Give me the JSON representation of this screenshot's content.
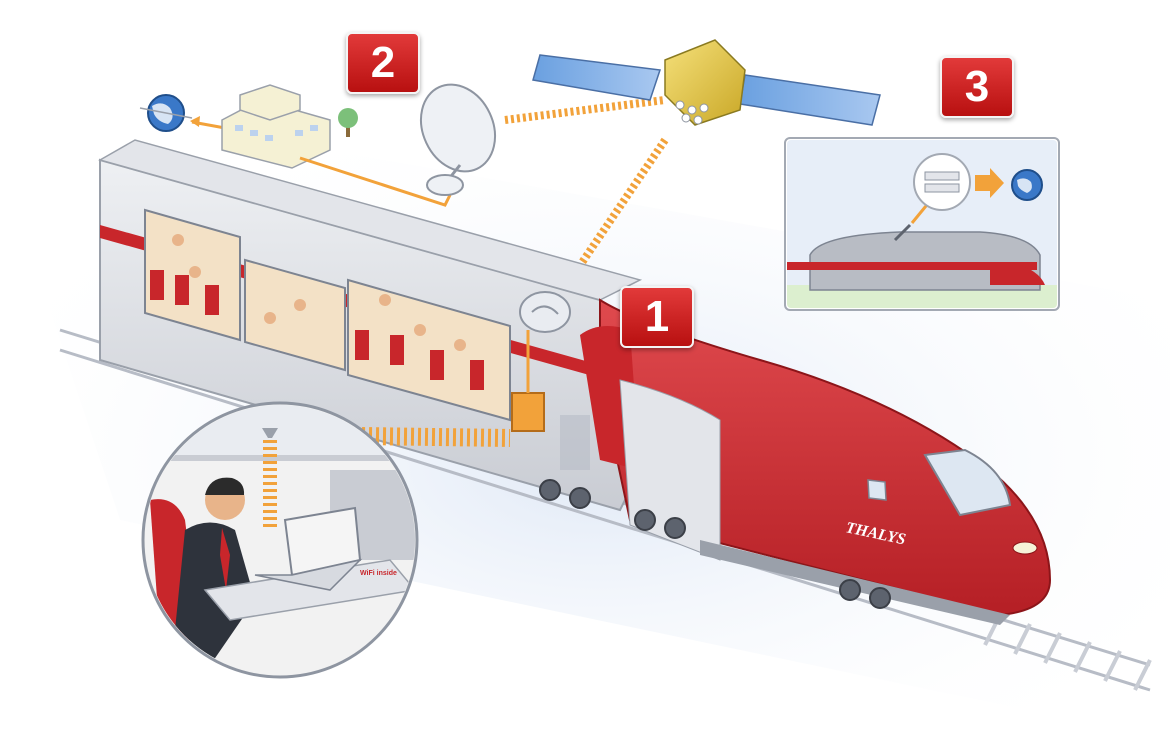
{
  "badges": {
    "step1": "1",
    "step2": "2",
    "step3": "3"
  },
  "train": {
    "brand": "THALYS"
  },
  "laptop": {
    "sticker": "WiFi inside"
  },
  "icons": [
    "globe-icon",
    "office-building-icon",
    "tree-icon",
    "satellite-dish-icon",
    "satellite-icon",
    "train-antenna-dome-icon",
    "wifi-router-box-icon",
    "ceiling-access-point-icon",
    "laptop-icon",
    "tunnel-icon",
    "repeater-icon",
    "arrow-icon"
  ],
  "colors": {
    "train_red": "#c8262b",
    "train_silver": "#d9dbe0",
    "signal_orange": "#f2a23a",
    "badge_red": "#cc1f1f",
    "background_blue": "#dce6f5"
  }
}
